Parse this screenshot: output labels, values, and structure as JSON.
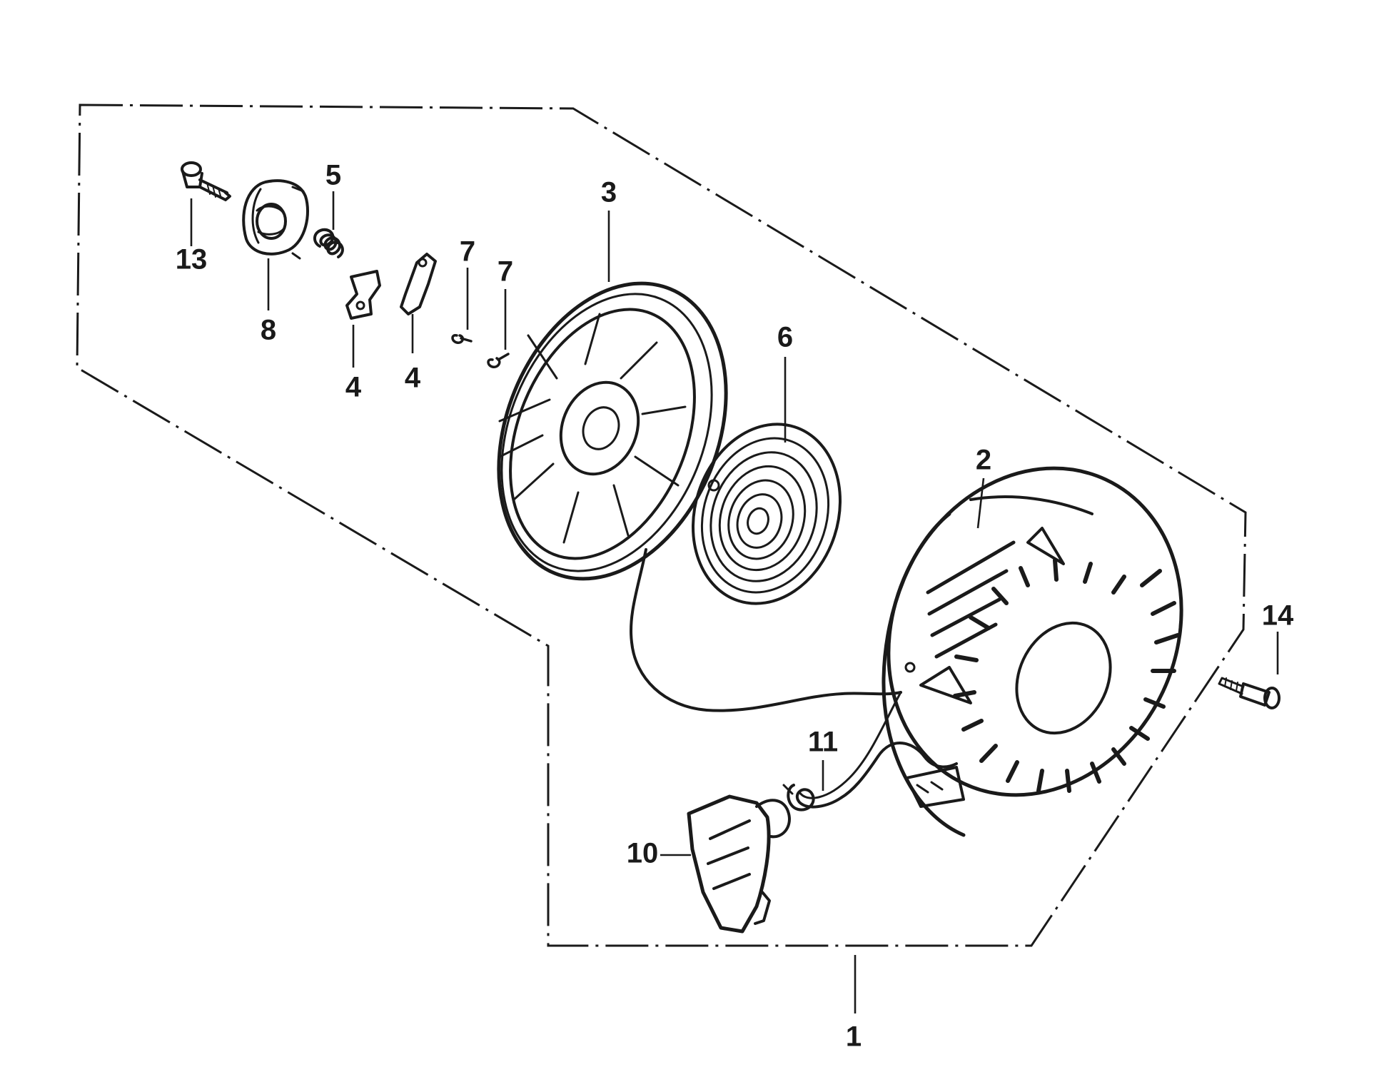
{
  "diagram": {
    "colors": {
      "ink": "#1a1a1a",
      "paper": "#ffffff"
    },
    "callouts": {
      "c1": "1",
      "c2": "2",
      "c3": "3",
      "c4a": "4",
      "c4b": "4",
      "c5": "5",
      "c6": "6",
      "c7a": "7",
      "c7b": "7",
      "c8": "8",
      "c10": "10",
      "c11": "11",
      "c13": "13",
      "c14": "14"
    }
  }
}
